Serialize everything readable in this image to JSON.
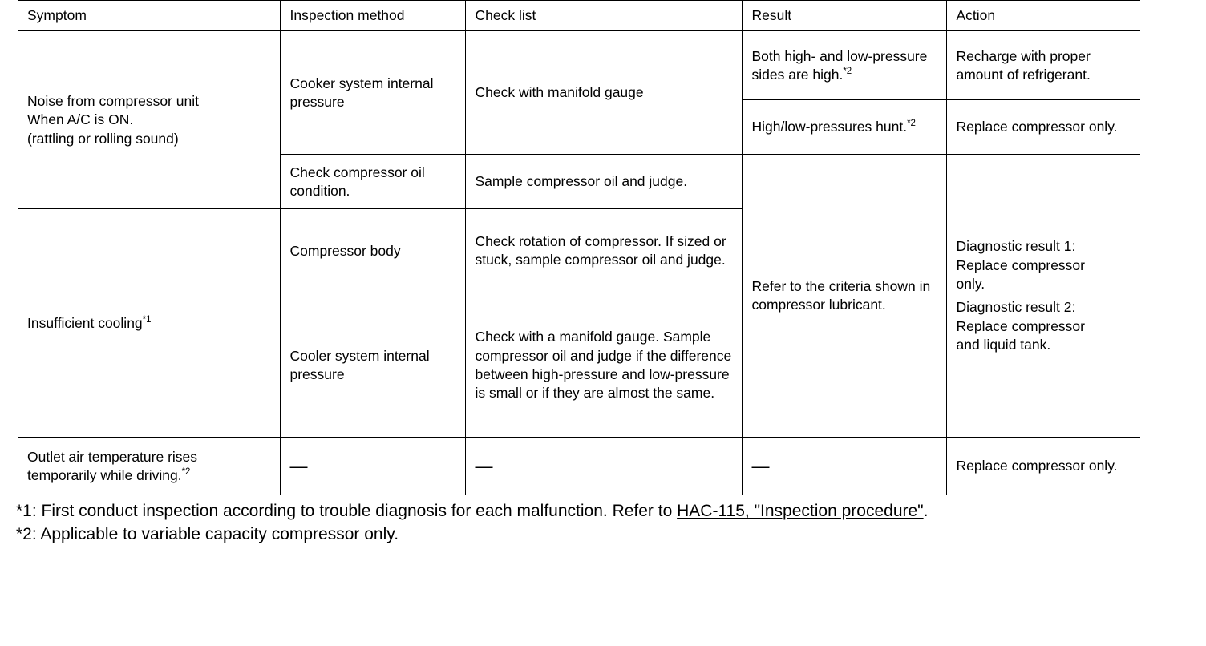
{
  "table": {
    "headers": [
      "Symptom",
      "Inspection method",
      "Check list",
      "Result",
      "Action"
    ],
    "rows": {
      "r1": {
        "symptom": "Noise from compressor unit When A/C is ON. (rattling or rolling sound)",
        "symptom_l1": "Noise from compressor unit",
        "symptom_l2": "When A/C is ON.",
        "symptom_l3": "(rattling or rolling sound)",
        "inspection": "Cooker system internal pressure",
        "checklist": "Check with manifold gauge",
        "result": "Both high- and low-pressure sides are high.",
        "result_note": "*2",
        "action": "Recharge with proper amount of refrigerant."
      },
      "r2": {
        "result": "High/low-pressures hunt.",
        "result_note": "*2",
        "action": "Replace compressor only."
      },
      "r3": {
        "inspection": "Check compressor oil condition.",
        "checklist": "Sample compressor oil and judge.",
        "result": "Refer to the criteria shown in compressor lubricant.",
        "action_l1": "Diagnostic result 1:",
        "action_l2": "Replace compressor",
        "action_l3": "only.",
        "action_l4": "Diagnostic result 2:",
        "action_l5": "Replace compressor",
        "action_l6": "and liquid tank."
      },
      "r4": {
        "symptom": "Insufficient cooling",
        "symptom_note": "*1",
        "inspection": "Compressor body",
        "checklist": "Check rotation of compressor. If sized or stuck, sample compressor oil and judge."
      },
      "r5": {
        "inspection": "Cooler system internal pressure",
        "checklist": "Check with a manifold gauge. Sample compressor oil and judge if the difference between high-pressure and low-pressure is small or if they are almost the same."
      },
      "r6": {
        "symptom": "Outlet air temperature rises temporarily while driving.",
        "symptom_note": "*2",
        "symptom_l1": "Outlet air temperature rises",
        "symptom_l2": "temporarily while driving.",
        "inspection": "—",
        "checklist": "—",
        "result": "—",
        "action": "Replace compressor only."
      }
    }
  },
  "footnotes": {
    "note1_prefix": "*1: First conduct inspection according to trouble diagnosis for each malfunction. Refer to ",
    "note1_link": "HAC-115, \"Inspection procedure\"",
    "note1_suffix": ".",
    "note2": "*2: Applicable to variable capacity compressor only."
  }
}
